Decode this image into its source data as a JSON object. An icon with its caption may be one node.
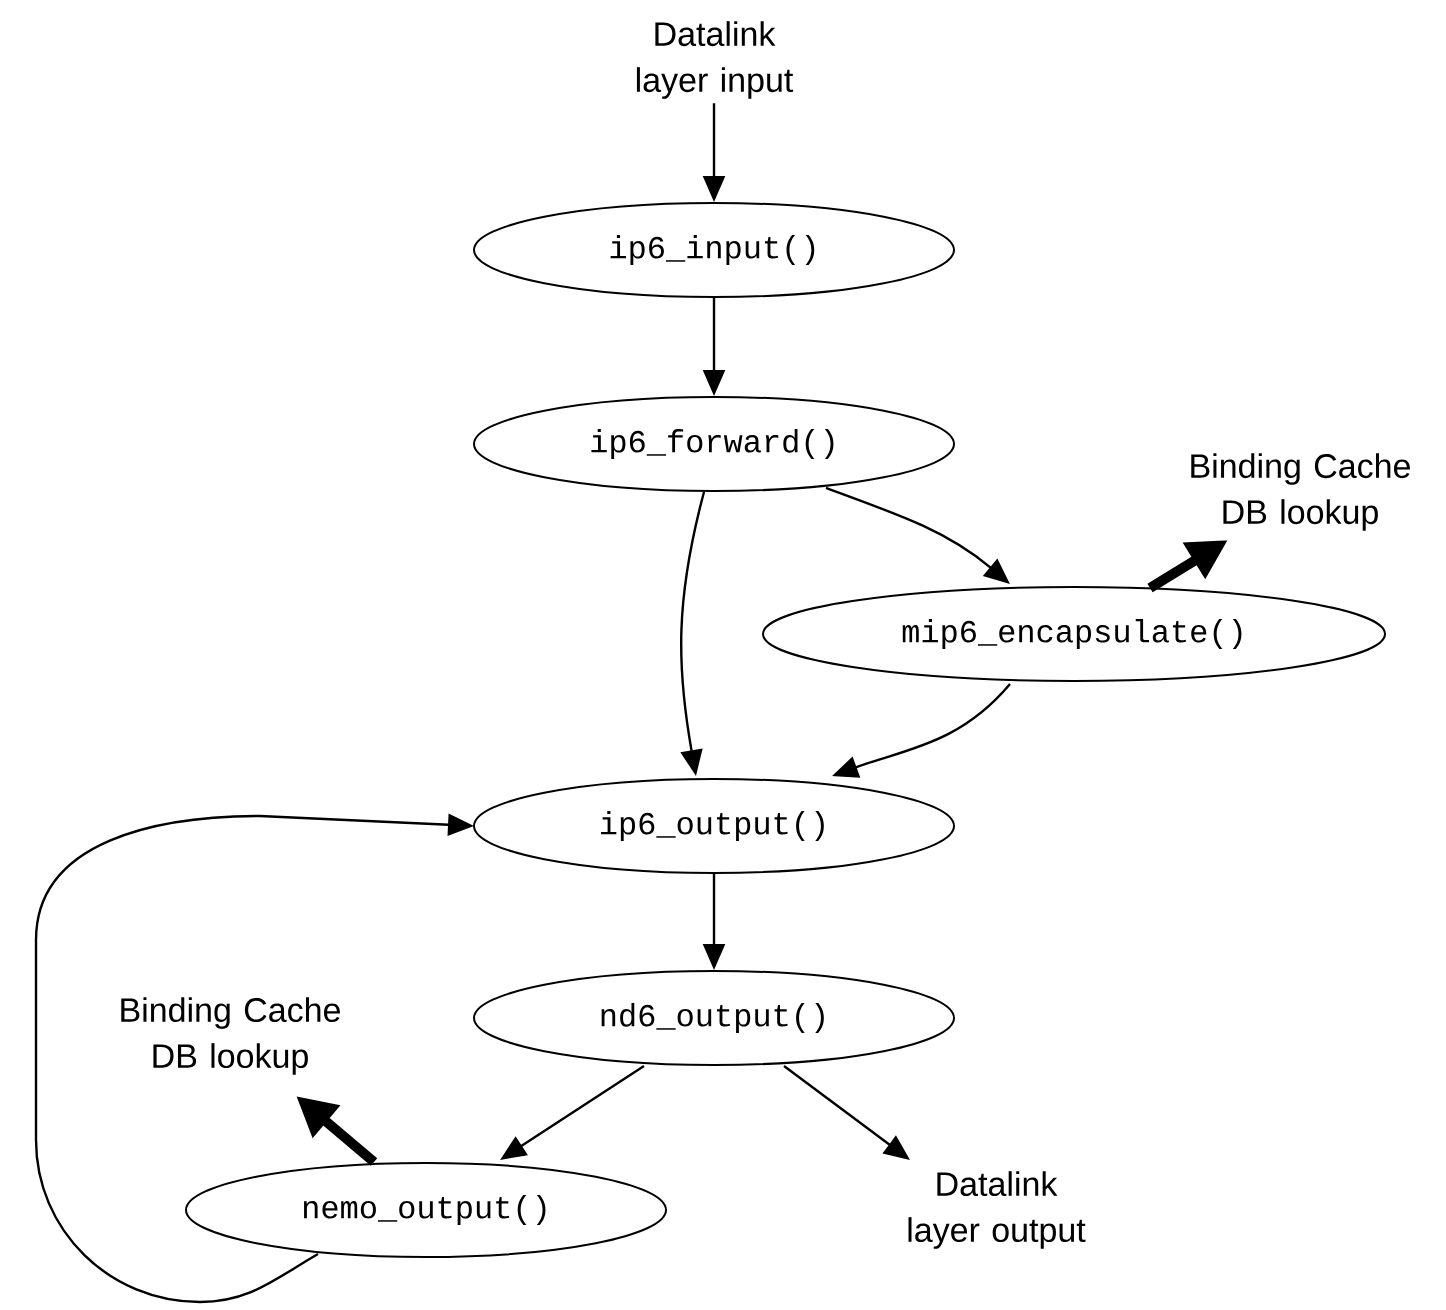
{
  "diagram": {
    "nodes": [
      {
        "text": [
          "Datalink layer input"
        ]
      },
      {
        "text": [
          "ip6_input()"
        ]
      },
      {
        "text": [
          "ip6_forward()"
        ]
      },
      {
        "text": [
          "Binding Cache DB lookup"
        ]
      },
      {
        "text": [
          "mip6_encapsulate()"
        ]
      },
      {
        "text": [
          "ip6_output()"
        ]
      },
      {
        "text": [
          "nd6_output()"
        ]
      },
      {
        "text": [
          "Binding Cache DB lookup"
        ]
      },
      {
        "text": [
          "nemo_output()"
        ]
      },
      {
        "text": [
          "Datalink layer output"
        ]
      }
    ],
    "edges": [
      {
        "from": 0,
        "to": 1,
        "arrow": "to"
      },
      {
        "from": 1,
        "to": 2,
        "arrow": "to"
      },
      {
        "from": 2,
        "to": 5,
        "arrow": "to"
      },
      {
        "from": 2,
        "to": 4,
        "arrow": "to"
      },
      {
        "from": 4,
        "to": 3,
        "arrow": "to",
        "style": "thick"
      },
      {
        "from": 4,
        "to": 5,
        "arrow": "to"
      },
      {
        "from": 5,
        "to": 6,
        "arrow": "to"
      },
      {
        "from": 6,
        "to": 8,
        "arrow": "to"
      },
      {
        "from": 6,
        "to": 9,
        "arrow": "to"
      },
      {
        "from": 8,
        "to": 7,
        "arrow": "to",
        "style": "thick"
      },
      {
        "from": 8,
        "to": 5,
        "arrow": "to"
      }
    ]
  }
}
